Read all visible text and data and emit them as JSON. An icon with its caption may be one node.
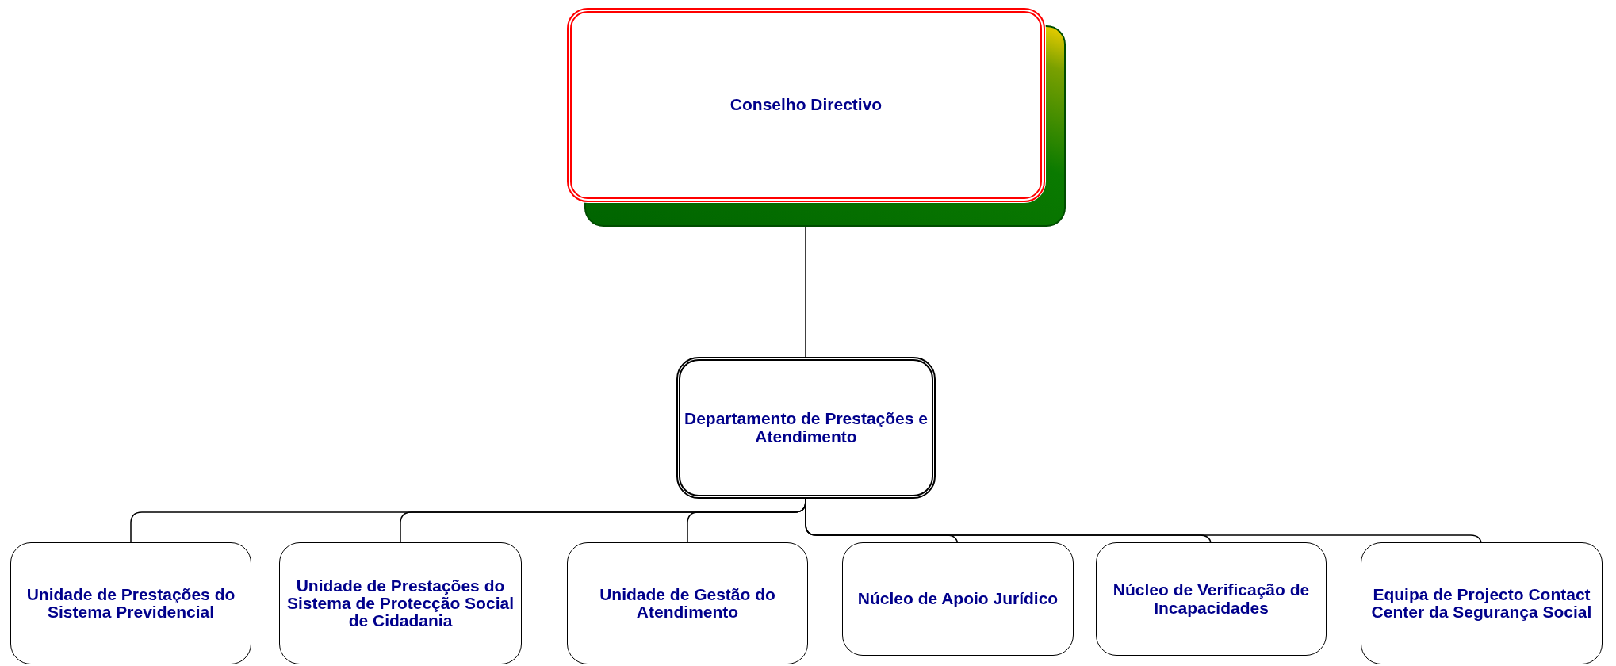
{
  "diagram": {
    "nodes": [
      {
        "text": [
          "Conselho Directivo"
        ]
      },
      {
        "text": [
          "Departamento de Prestações e Atendimento"
        ]
      },
      {
        "text": [
          "Unidade de Prestações do Sistema Previdencial"
        ]
      },
      {
        "text": [
          "Unidade de Prestações do Sistema de Protecção Social de Cidadania"
        ]
      },
      {
        "text": [
          "Unidade de Gestão do Atendimento"
        ]
      },
      {
        "text": [
          "Núcleo de Apoio Jurídico"
        ]
      },
      {
        "text": [
          "Núcleo de Verificação de Incapacidades"
        ]
      },
      {
        "text": [
          "Equipa de Projecto Contact Center da Segurança Social"
        ]
      }
    ],
    "edges": [
      {
        "from": 0,
        "to": 1,
        "arrow": "none"
      },
      {
        "from": 1,
        "to": 2,
        "arrow": "none"
      },
      {
        "from": 1,
        "to": 3,
        "arrow": "none"
      },
      {
        "from": 1,
        "to": 4,
        "arrow": "none"
      },
      {
        "from": 1,
        "to": 5,
        "arrow": "none"
      },
      {
        "from": 1,
        "to": 6,
        "arrow": "none"
      },
      {
        "from": 1,
        "to": 7,
        "arrow": "none"
      }
    ]
  }
}
